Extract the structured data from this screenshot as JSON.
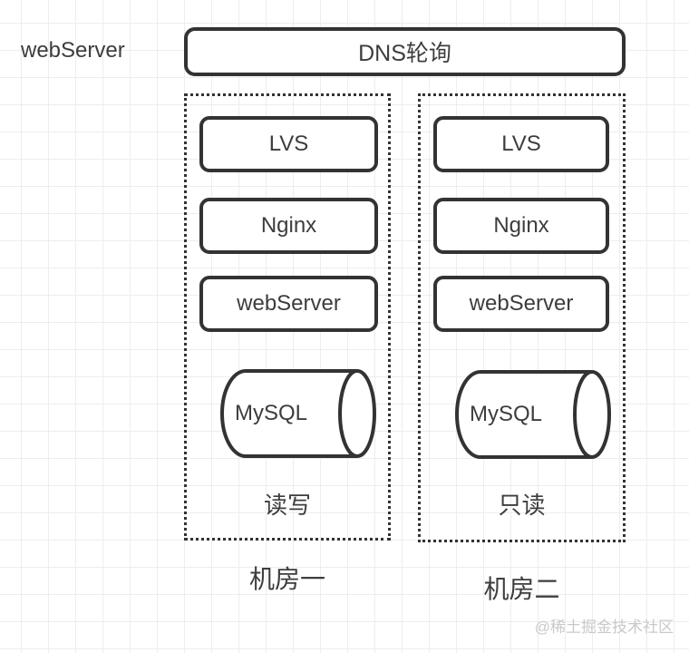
{
  "diagram": {
    "corner_label": "webServer",
    "dns_label": "DNS轮询",
    "datacenters": [
      {
        "name": "机房一",
        "mode_label": "读写",
        "nodes": [
          "LVS",
          "Nginx",
          "webServer"
        ],
        "database": "MySQL"
      },
      {
        "name": "机房二",
        "mode_label": "只读",
        "nodes": [
          "LVS",
          "Nginx",
          "webServer"
        ],
        "database": "MySQL"
      }
    ],
    "watermark": "@稀土掘金技术社区"
  },
  "colors": {
    "stroke": "#333333",
    "text": "#3d3d3d",
    "grid_line": "#ededed",
    "watermark": "#c9c9c9",
    "background": "#ffffff"
  }
}
